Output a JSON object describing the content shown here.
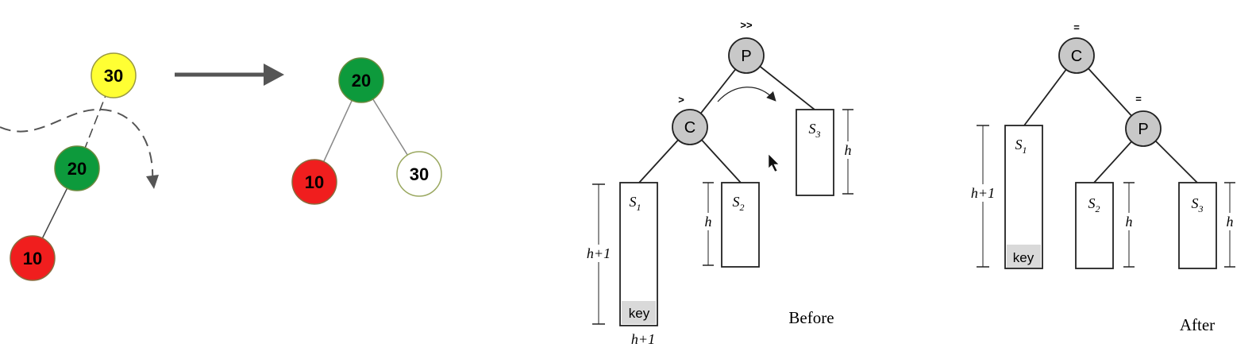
{
  "colors": {
    "yellow": "#ffff33",
    "green": "#0d9a3c",
    "red": "#f01e1e",
    "white": "#ffffff",
    "gray_node": "#c8c8c8",
    "key_fill": "#d9d9d9"
  },
  "left_tree": {
    "before": {
      "root": "30",
      "middle": "20",
      "leaf": "10"
    },
    "after": {
      "root": "20",
      "left": "10",
      "right": "30"
    }
  },
  "avl_before": {
    "p_label": "P",
    "c_label": "C",
    "p_balance": ">>",
    "c_balance": ">",
    "s1": "S",
    "s1_sub": "1",
    "s2": "S",
    "s2_sub": "2",
    "s3": "S",
    "s3_sub": "3",
    "h_left": "h+1",
    "h_mid": "h",
    "h_right": "h",
    "h_bottom": "h+1",
    "key": "key",
    "caption": "Before"
  },
  "avl_after": {
    "c_label": "C",
    "p_label": "P",
    "c_balance": "=",
    "p_balance": "=",
    "s1": "S",
    "s1_sub": "1",
    "s2": "S",
    "s2_sub": "2",
    "s3": "S",
    "s3_sub": "3",
    "h_left": "h+1",
    "h_mid": "h",
    "h_right": "h",
    "key": "key",
    "caption": "After"
  }
}
